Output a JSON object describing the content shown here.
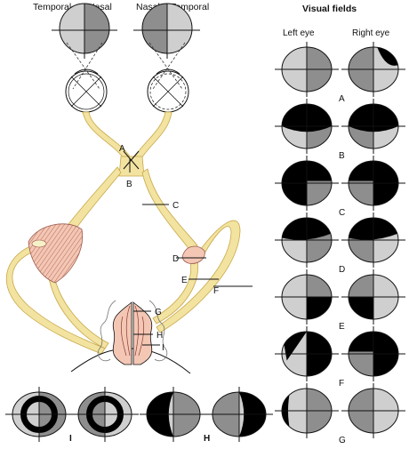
{
  "header": {
    "temporal_left": "Temporal",
    "nasal_left": "Nasal",
    "nasal_right": "Nasal",
    "temporal_right": "Temporal"
  },
  "visual_fields": {
    "title": "Visual fields",
    "left_eye": "Left eye",
    "right_eye": "Right eye",
    "rows": [
      {
        "label": "A",
        "left": "none",
        "right": "inverted-sup-temporal-wedge"
      },
      {
        "label": "B",
        "left": "sup",
        "right": "sup"
      },
      {
        "label": "C",
        "left": "temporal",
        "right": "temporal"
      },
      {
        "label": "D",
        "left": "sup-wedge",
        "right": "sup-wedge"
      },
      {
        "label": "E",
        "left": "inf-nasal",
        "right": "inf-temporal"
      },
      {
        "label": "F",
        "left": "nasal",
        "right": "temporal"
      },
      {
        "label": "G",
        "left": "crescent",
        "right": "none"
      }
    ]
  },
  "bottom_fields": [
    {
      "label": "I",
      "pattern": "ring"
    },
    {
      "label": "H",
      "pattern": "macula-sparing"
    }
  ],
  "lesion_labels": [
    "A",
    "B",
    "C",
    "D",
    "E",
    "F",
    "G",
    "H",
    "I"
  ],
  "colors": {
    "tract": "#f2e3a0",
    "tract_outline": "#c9a84a",
    "lgn": "#f4c7b5",
    "field_light": "#cfcfcf",
    "field_dark": "#8e8e8e",
    "defect": "#000000",
    "line": "#111111"
  }
}
